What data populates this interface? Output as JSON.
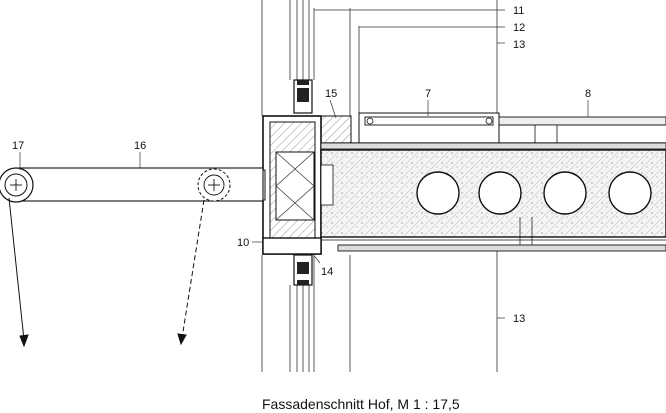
{
  "caption": "Fassadenschnitt Hof, M 1 : 17,5",
  "labels": {
    "l7": "7",
    "l8": "8",
    "l10": "10",
    "l11": "11",
    "l12": "12",
    "l13_top": "13",
    "l13_bottom": "13",
    "l14": "14",
    "l15": "15",
    "l16": "16",
    "l17": "17"
  }
}
